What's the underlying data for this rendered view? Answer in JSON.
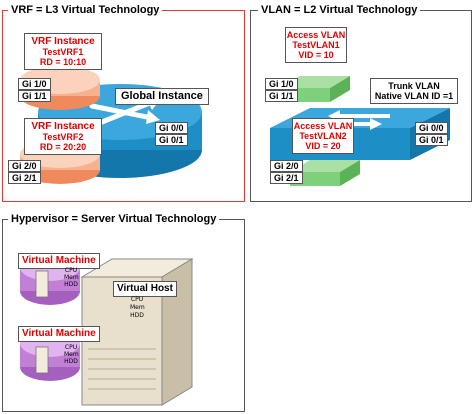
{
  "vrf": {
    "title": "VRF = L3 Virtual Technology",
    "instance1": {
      "line1": "VRF Instance",
      "line2": "TestVRF1",
      "line3": "RD = 10:10"
    },
    "instance2": {
      "line1": "VRF Instance",
      "line2": "TestVRF2",
      "line3": "RD = 20:20"
    },
    "global_label": "Global Instance",
    "ifaces": {
      "gi10": "Gi 1/0",
      "gi11": "Gi 1/1",
      "gi20": "Gi 2/0",
      "gi21": "Gi 2/1",
      "gi00": "Gi 0/0",
      "gi01": "Gi 0/1"
    },
    "colors": {
      "border": "#e53935",
      "router_blue": "#1e8fc6",
      "vrf_ring": "#f08a5d"
    }
  },
  "vlan": {
    "title": "VLAN = L2 Virtual Technology",
    "access1": {
      "line1": "Access VLAN",
      "line2": "TestVLAN1",
      "line3": "VID = 10"
    },
    "access2": {
      "line1": "Access VLAN",
      "line2": "TestVLAN2",
      "line3": "VID = 20"
    },
    "trunk": {
      "line1": "Trunk VLAN",
      "line2": "Native VLAN ID =1"
    },
    "ifaces": {
      "gi10": "Gi 1/0",
      "gi11": "Gi 1/1",
      "gi20": "Gi 2/0",
      "gi21": "Gi 2/1",
      "gi00": "Gi 0/0",
      "gi01": "Gi 0/1"
    },
    "colors": {
      "switch_blue": "#1e8fc6",
      "access_green": "#7ed07a"
    }
  },
  "hypervisor": {
    "title": "Hypervisor = Server Virtual Technology",
    "vm1": {
      "label": "Virtual Machine",
      "res": [
        "CPU",
        "Mem",
        "HDD"
      ]
    },
    "vm2": {
      "label": "Virtual Machine",
      "res": [
        "CPU",
        "Mem",
        "HDD"
      ]
    },
    "host": {
      "label": "Virtual Host",
      "res": [
        "CPU",
        "Mem",
        "HDD"
      ]
    },
    "colors": {
      "vm_purple": "#c17fd6",
      "server": "#e8e0cc"
    }
  }
}
